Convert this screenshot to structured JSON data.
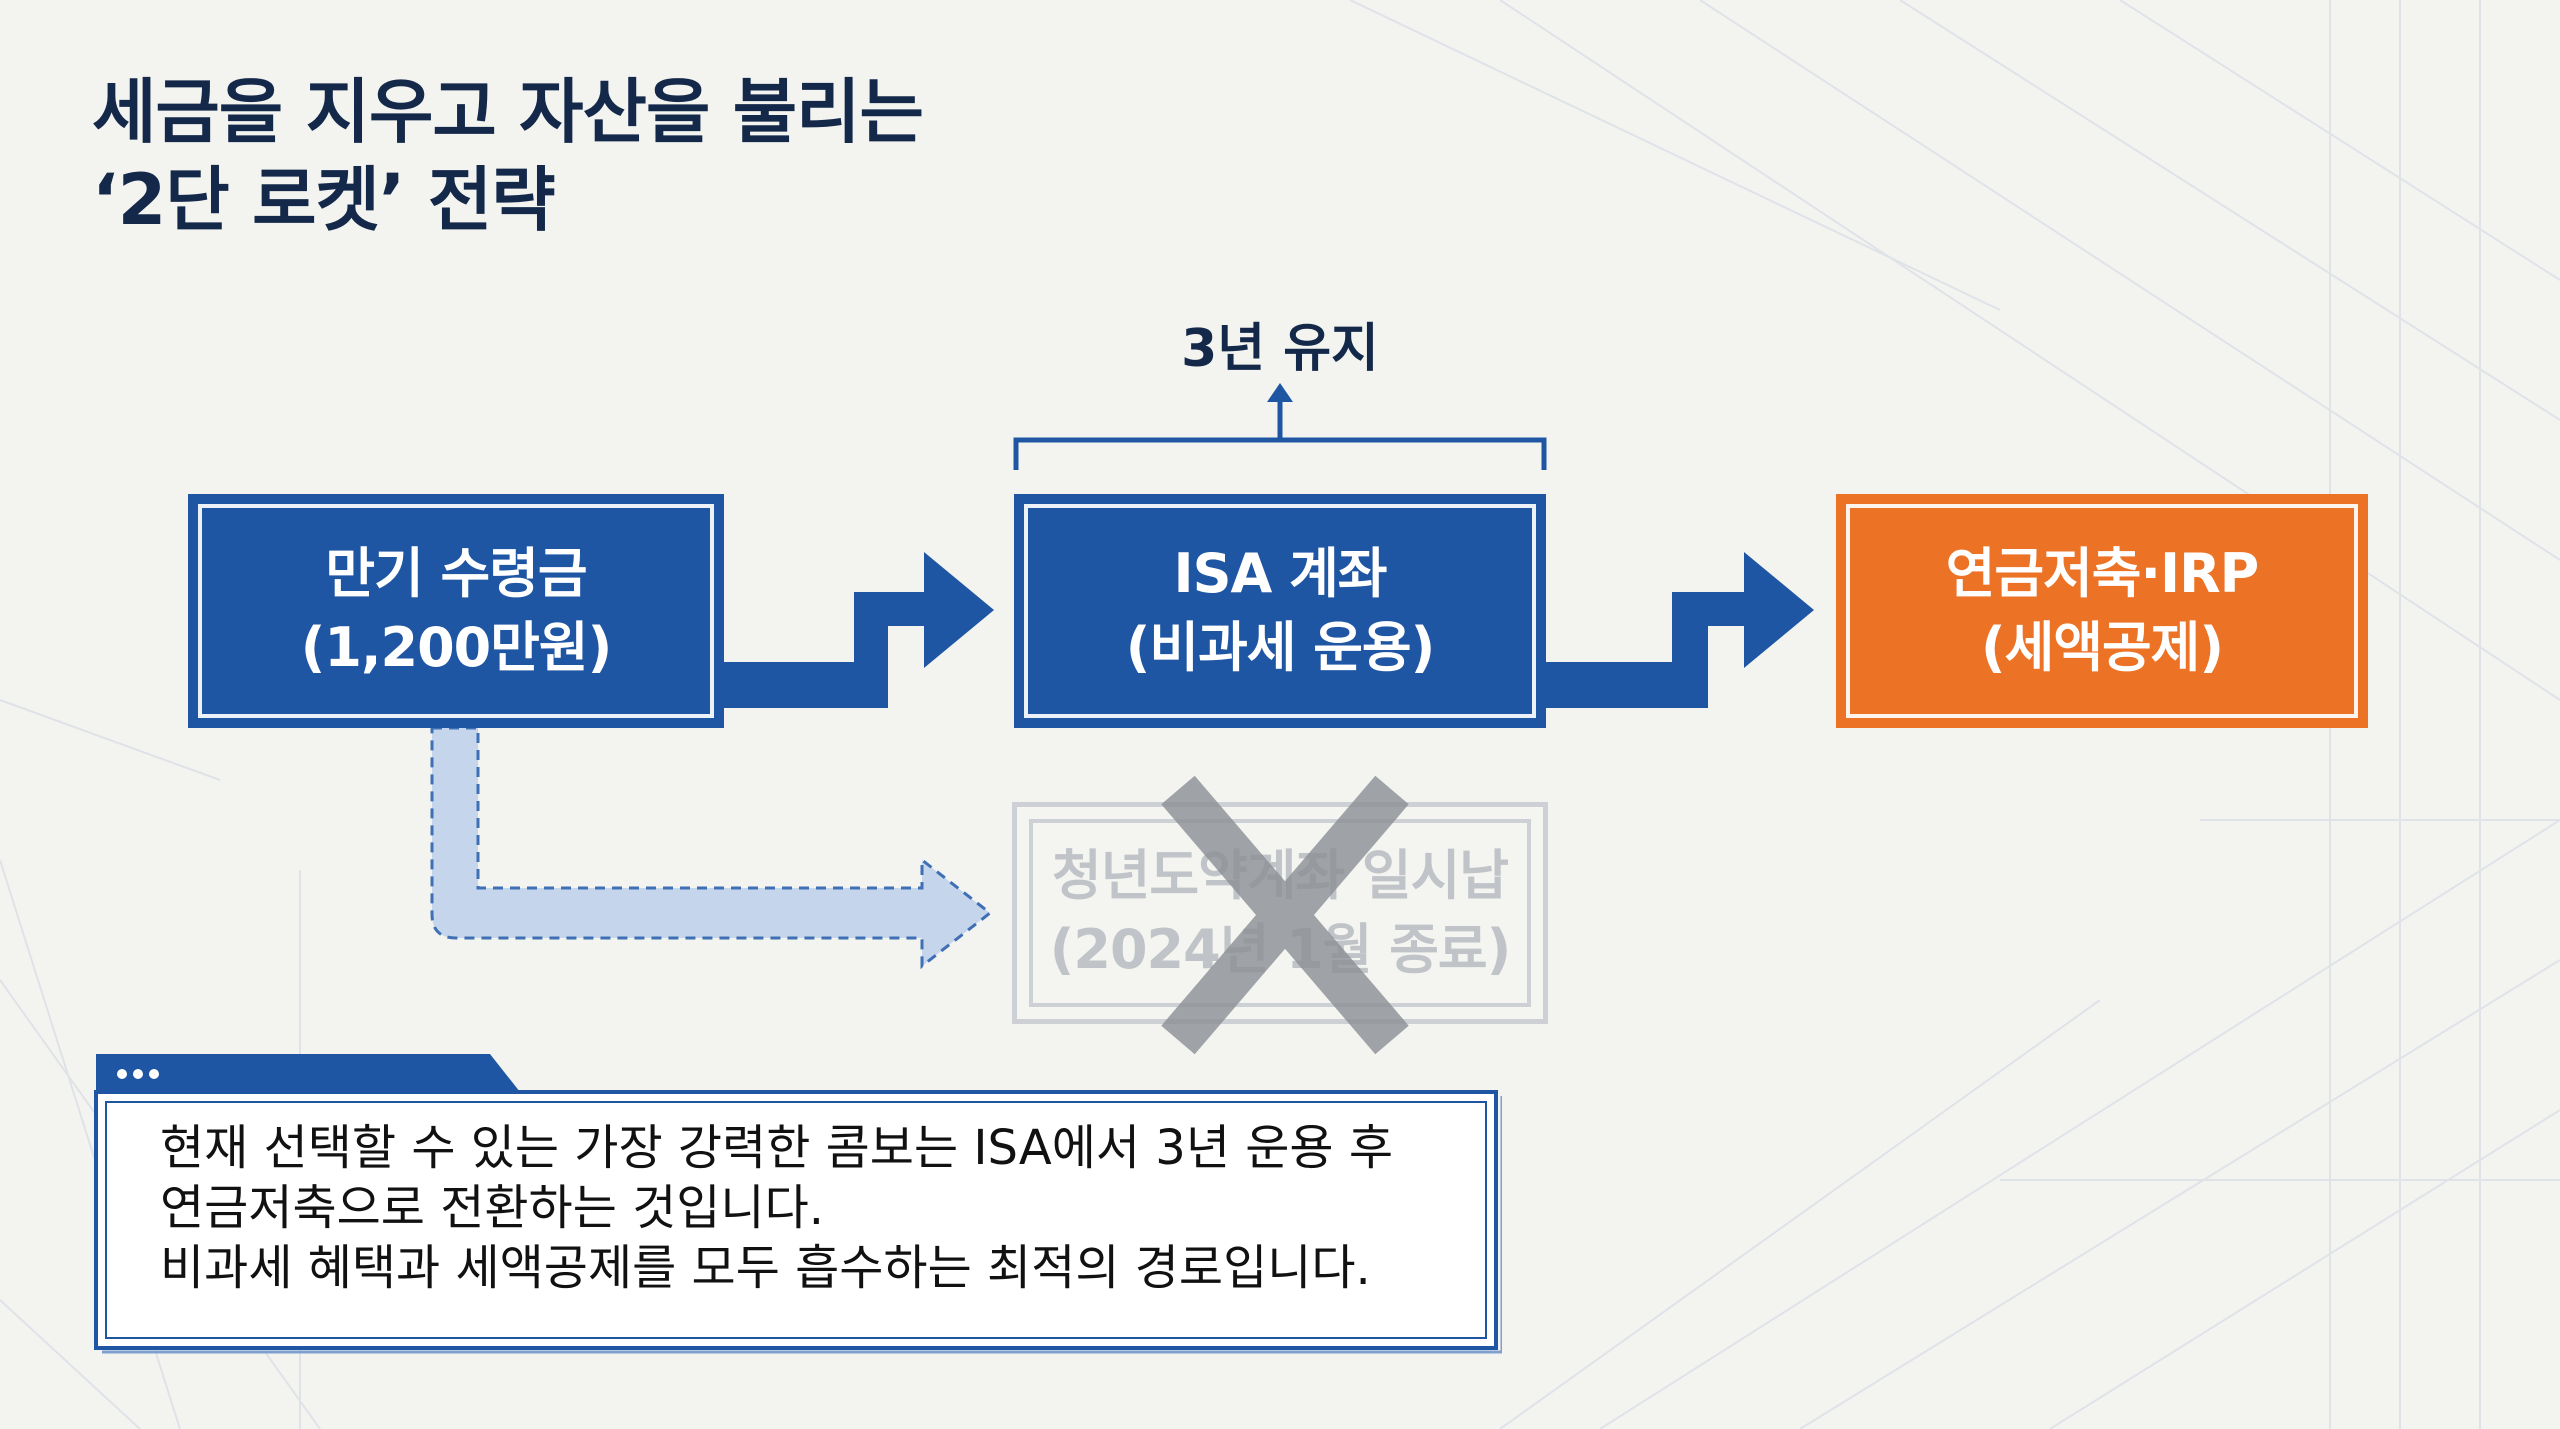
{
  "title": {
    "line1": "세금을 지우고 자산을 불리는",
    "line2": "‘2단 로켓’ 전략"
  },
  "diagram": {
    "source_box": {
      "line1": "만기 수령금",
      "line2": "(1,200만원)"
    },
    "isa_box": {
      "line1": "ISA 계좌",
      "line2": "(비과세 운용)"
    },
    "pension_box": {
      "line1": "연금저축·IRP",
      "line2": "(세액공제)"
    },
    "blocked_box": {
      "line1": "청년도약계좌 일시납",
      "line2": "(2024년 1월 종료)"
    },
    "bracket_label": "3년 유지"
  },
  "callout": {
    "line1": "현재 선택할 수 있는 가장 강력한 콤보는 ISA에서 3년 운용 후",
    "line2": "연금저축으로 전환하는 것입니다.",
    "line3": "비과세 혜택과 세액공제를 모두 흡수하는 최적의 경로입니다."
  },
  "colors": {
    "primary_blue": "#1f56a3",
    "accent_orange": "#ec7225",
    "title_navy": "#14284a",
    "disabled_gray": "#c8ccd1",
    "dashed_light_blue": "#c5d6ec"
  }
}
